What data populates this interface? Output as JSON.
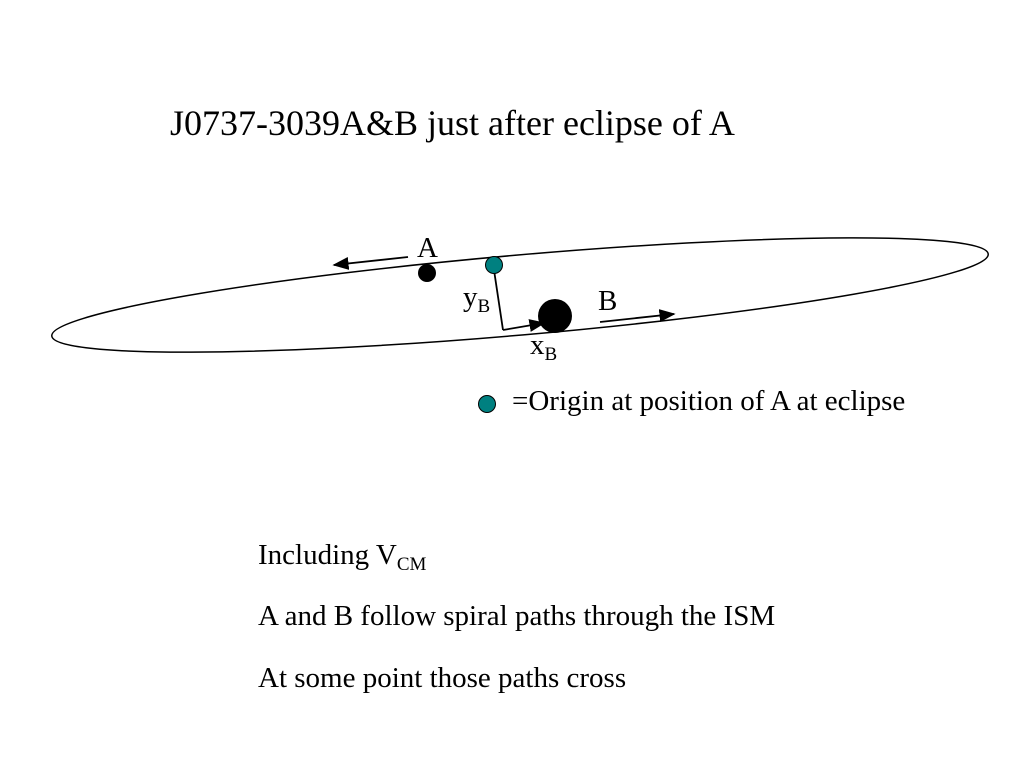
{
  "title": "J0737-3039A&B just after eclipse of A",
  "diagram": {
    "label_a": "A",
    "label_b": "B",
    "y_axis_label": "y",
    "y_axis_sub": "B",
    "x_axis_label": "x",
    "x_axis_sub": "B",
    "origin_color": "#008080",
    "body_color": "#000000"
  },
  "legend": {
    "text": "=Origin at position of A at eclipse"
  },
  "notes": {
    "line1_main": "Including V",
    "line1_sub": "CM",
    "line2": "A and B follow spiral paths through the ISM",
    "line3": "At some point those paths cross"
  }
}
